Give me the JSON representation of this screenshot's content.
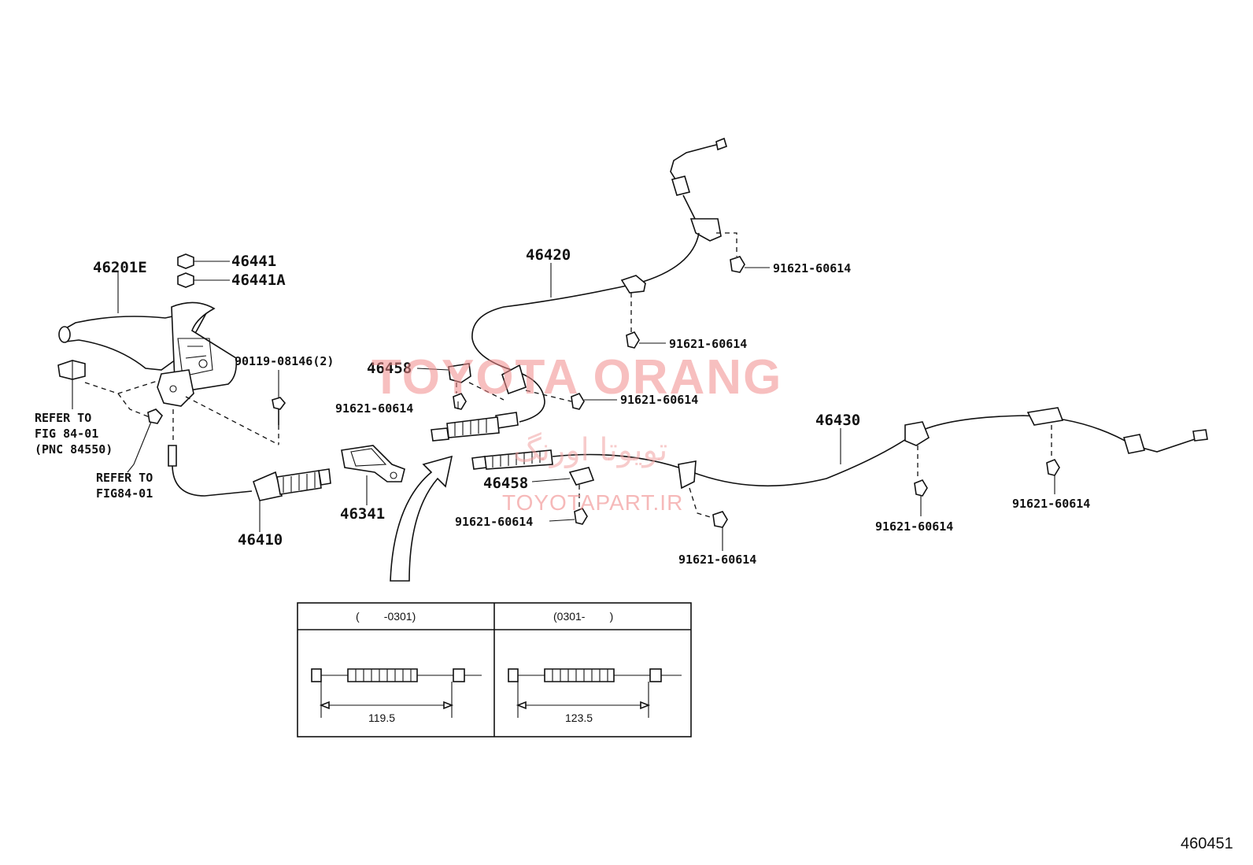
{
  "labels": {
    "p46201e": "46201E",
    "p46441": "46441",
    "p46441a": "46441A",
    "p90119": "90119-08146(2)",
    "refer1_line1": "REFER TO",
    "refer1_line2": "FIG 84-01",
    "refer1_line3": "(PNC 84550)",
    "refer2_line1": "REFER TO",
    "refer2_line2": "FIG84-01",
    "p46410": "46410",
    "p46341": "46341",
    "p46420": "46420",
    "p46458_a": "46458",
    "p46458_b": "46458",
    "p46430": "46430",
    "bolt_a": "91621-60614",
    "bolt_b": "91621-60614",
    "bolt_c": "91621-60614",
    "bolt_d": "91621-60614",
    "bolt_e": "91621-60614",
    "bolt_f": "91621-60614",
    "bolt_g": "91621-60614",
    "bolt_h": "91621-60614"
  },
  "variants": {
    "left_header": "(        -0301)",
    "right_header": "(0301-        )",
    "left_dimension": "119.5",
    "right_dimension": "123.5"
  },
  "watermark": {
    "title": "TOYOTA ORANG",
    "persian": "تویوتا اورنگ",
    "url": "TOYOTAPART.IR"
  },
  "figure_code": "460451"
}
